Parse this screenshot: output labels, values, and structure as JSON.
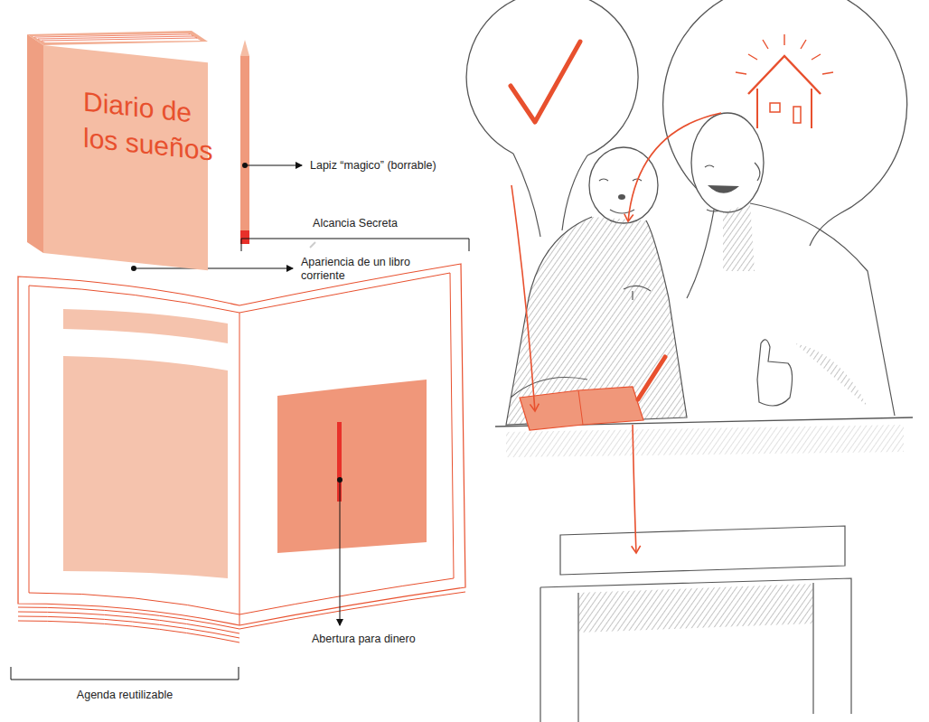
{
  "diagram": {
    "nodes": [
      {
        "text": [
          "Diario de los sueños"
        ]
      }
    ],
    "labels": [
      "Lapiz “magico” (borrable)",
      "Apariencia de un libro corriente",
      "Alcancia Secreta",
      "Abertura para dinero",
      "Agenda reutilizable"
    ]
  }
}
